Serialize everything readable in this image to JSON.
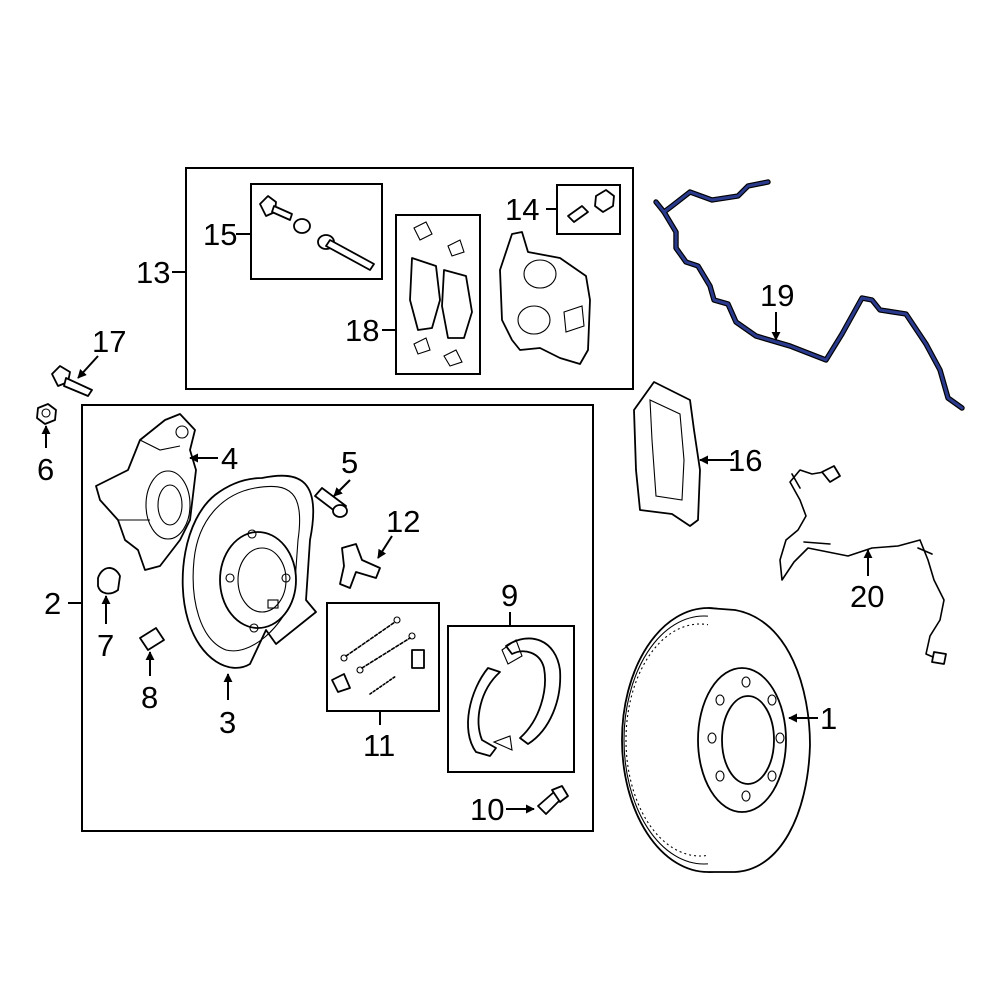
{
  "colors": {
    "highlight": "#2a3a8c",
    "line": "#000000",
    "background": "#ffffff"
  },
  "callouts": [
    "1",
    "2",
    "3",
    "4",
    "5",
    "6",
    "7",
    "8",
    "9",
    "10",
    "11",
    "12",
    "13",
    "14",
    "15",
    "16",
    "17",
    "18",
    "19",
    "20"
  ]
}
